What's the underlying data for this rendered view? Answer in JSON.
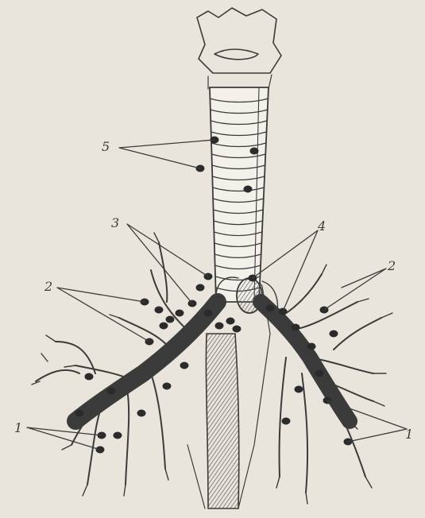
{
  "labels": {
    "l5": "5",
    "l3": "3",
    "l4": "4",
    "l2_left": "2",
    "l2_right": "2",
    "l1_left": "1",
    "l1_right": "1"
  },
  "colors": {
    "paper": "#e9e5dc",
    "ink": "#3b3b3b",
    "node": "#2b2b2b",
    "vessel": "#8a8a8a"
  }
}
